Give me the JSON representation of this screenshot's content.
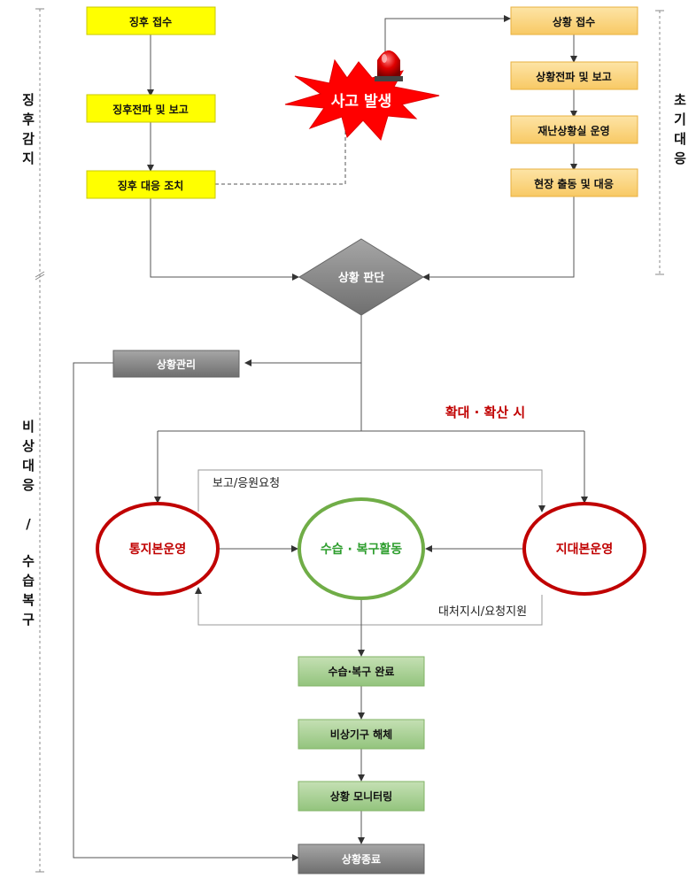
{
  "phases": {
    "detect": "징후감지",
    "initial": "초기대응",
    "emergency": [
      "비",
      "상",
      "대",
      "응",
      "/",
      "수",
      "습",
      "복",
      "구"
    ]
  },
  "nodes": {
    "sign_receive": "징후 접수",
    "sign_report": "징후전파 및 보고",
    "sign_action": "징후 대응 조치",
    "accident": "사고 발생",
    "sit_receive": "상황 접수",
    "sit_report": "상황전파 및 보고",
    "disaster_room": "재난상황실 운영",
    "field_dispatch": "현장 출동 및 대응",
    "judgement": "상황 판단",
    "management": "상황관리",
    "hq_control": "통지본운영",
    "recovery": "수습 · 복구활동",
    "regional_hq": "지대본운영",
    "recovery_done": "수습·복구 완료",
    "dissolve": "비상기구 해체",
    "monitoring": "상황 모니터링",
    "end": "상황종료"
  },
  "edges": {
    "expand": "확대 · 확산 시",
    "report_support": "보고/응원요청",
    "instruct_support": "대처지시/요청지원"
  },
  "colors": {
    "yellow": "#ffff00",
    "orange": "#fcd67a",
    "grey": "#808080",
    "green": "#a9d18e",
    "red": "#c00000",
    "ring_green": "#70ad47"
  }
}
